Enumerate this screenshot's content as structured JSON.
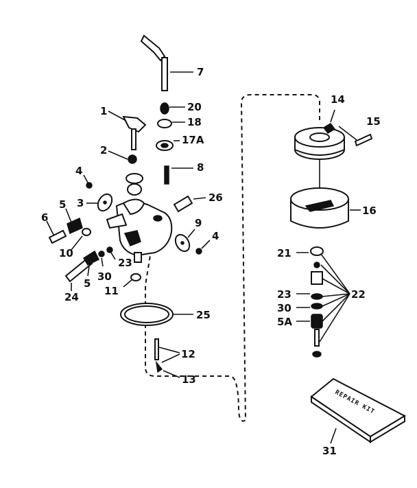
{
  "labels": {
    "l7": "7",
    "l20": "20",
    "l1": "1",
    "l18": "18",
    "l17A": "17A",
    "l2": "2",
    "l8": "8",
    "l4a": "4",
    "l26": "26",
    "l3": "3",
    "l6": "6",
    "l5a": "5",
    "l9": "9",
    "l4b": "4",
    "l10": "10",
    "l23a": "23",
    "l30a": "30",
    "l5b": "5",
    "l24": "24",
    "l11": "11",
    "l25": "25",
    "l12": "12",
    "l13": "13",
    "l14": "14",
    "l15": "15",
    "l16": "16",
    "l21": "21",
    "l22": "22",
    "l23b": "23",
    "l30b": "30",
    "l5A": "5A",
    "l31": "31"
  },
  "repair_kit_text": "REPAIR KIT"
}
